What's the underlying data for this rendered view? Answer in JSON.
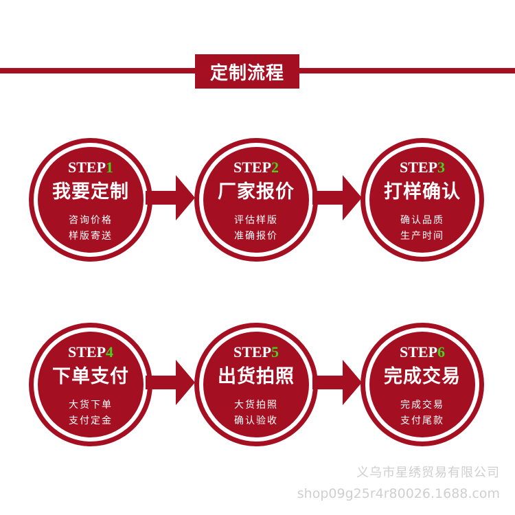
{
  "header": {
    "title": "定制流程"
  },
  "steps": [
    {
      "prefix": "STEP",
      "num": "1",
      "title": "我要定制",
      "line1": "咨询价格",
      "line2": "样版寄送"
    },
    {
      "prefix": "STEP",
      "num": "2",
      "title": "厂家报价",
      "line1": "评估样版",
      "line2": "准确报价"
    },
    {
      "prefix": "STEP",
      "num": "3",
      "title": "打样确认",
      "line1": "确认品质",
      "line2": "生产时间"
    },
    {
      "prefix": "STEP",
      "num": "4",
      "title": "下单支付",
      "line1": "大货下单",
      "line2": "支付定金"
    },
    {
      "prefix": "STEP",
      "num": "5",
      "title": "出货拍照",
      "line1": "大货拍照",
      "line2": "确认验收"
    },
    {
      "prefix": "STEP",
      "num": "6",
      "title": "完成交易",
      "line1": "完成交易",
      "line2": "支付尾款"
    }
  ],
  "footer": {
    "company": "义乌市星绣贸易有限公司",
    "url": "shop09g25r4r80026.1688.com"
  },
  "colors": {
    "accent": "#a50f22",
    "step_number": "#48d21d",
    "watermark": "#cfcfcf"
  },
  "icons": [
    "arrow-right-icon"
  ]
}
